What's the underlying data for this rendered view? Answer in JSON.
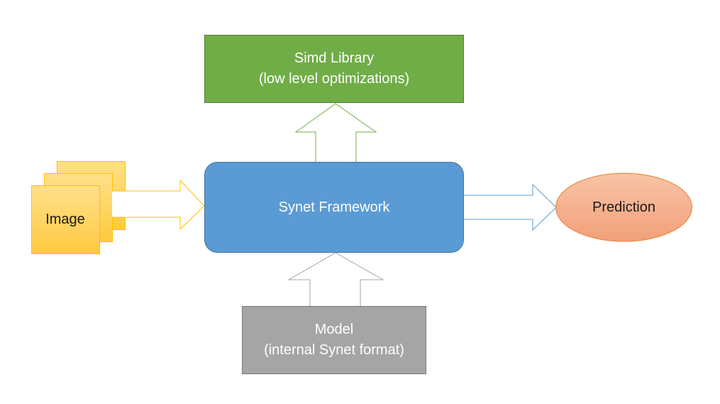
{
  "nodes": {
    "simd": {
      "line1": "Simd Library",
      "line2": "(low level optimizations)",
      "fill": "#70AD47"
    },
    "synet": {
      "label": "Synet Framework",
      "fill": "#5B9BD5"
    },
    "model": {
      "line1": "Model",
      "line2": "(internal Synet format)",
      "fill": "#A5A5A5"
    },
    "prediction": {
      "label": "Prediction",
      "fill": "#F4B183"
    },
    "image": {
      "label": "Image",
      "fill": "#FFD966"
    }
  },
  "edges": [
    {
      "from": "image",
      "to": "synet",
      "color": "#FFC000"
    },
    {
      "from": "synet",
      "to": "simd",
      "color": "#70AD47"
    },
    {
      "from": "synet",
      "to": "prediction",
      "color": "#5B9BD5"
    },
    {
      "from": "model",
      "to": "synet",
      "color": "#A5A5A5"
    }
  ]
}
